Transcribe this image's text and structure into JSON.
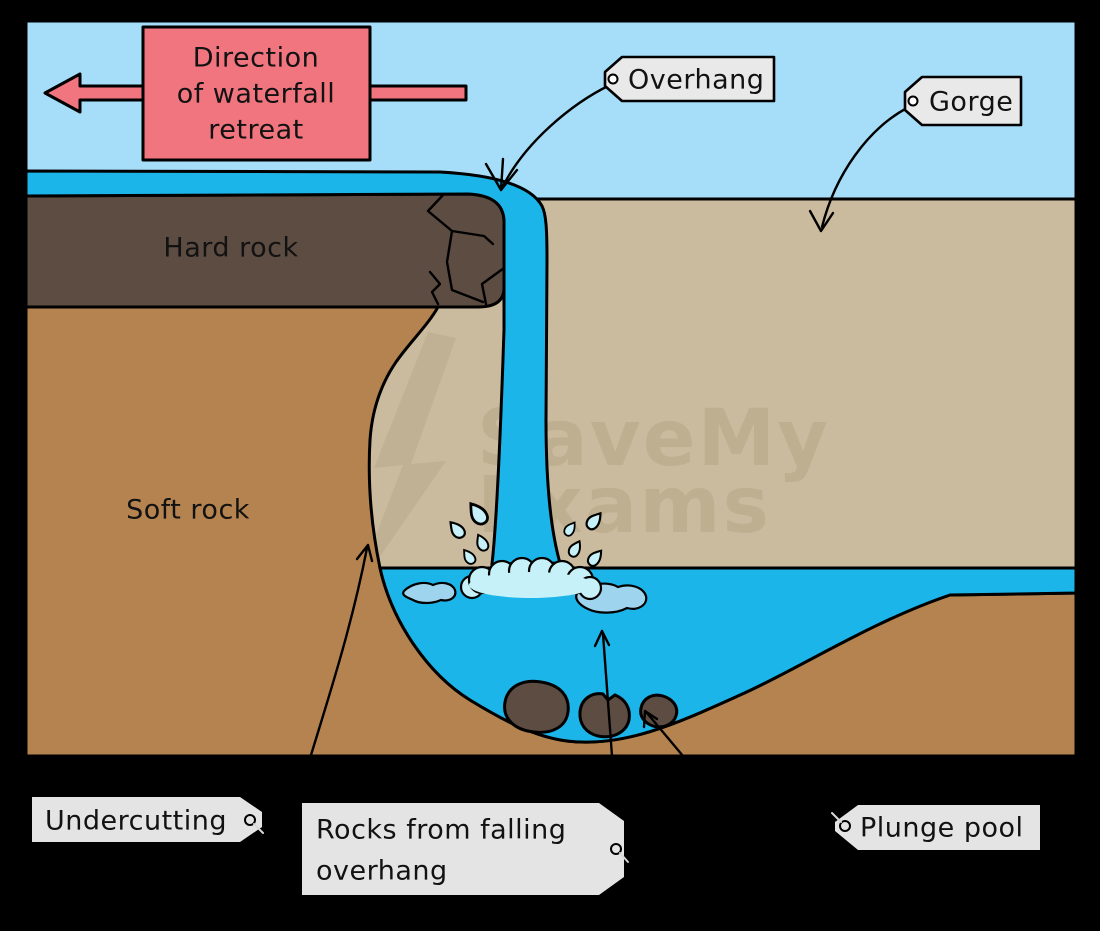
{
  "colors": {
    "background": "#000000",
    "sky": "#A6DDF8",
    "water": "#1CB5EA",
    "foam": "#C6F1F8",
    "swirl": "#9FD4EE",
    "hard_rock": "#5D4C42",
    "soft_rock": "#B5834F",
    "gorge_wall": "#CBBB9E",
    "pink": "#F0757F",
    "tag_fill": "#E9E9E9",
    "bottom_tag_fill": "#E4E4E4",
    "outline": "#000000",
    "watermark": "#AC9C7E"
  },
  "direction_box": {
    "lines": [
      "Direction",
      "of waterfall",
      "retreat"
    ]
  },
  "layer_labels": {
    "hard_rock": "Hard rock",
    "soft_rock": "Soft rock"
  },
  "tags": {
    "overhang": "Overhang",
    "gorge": "Gorge",
    "undercutting": "Undercutting",
    "rocks_line1": "Rocks from falling",
    "rocks_line2": "overhang",
    "plunge_pool": "Plunge pool"
  },
  "watermark": {
    "line1": "SaveMy",
    "line2": "Exams"
  }
}
